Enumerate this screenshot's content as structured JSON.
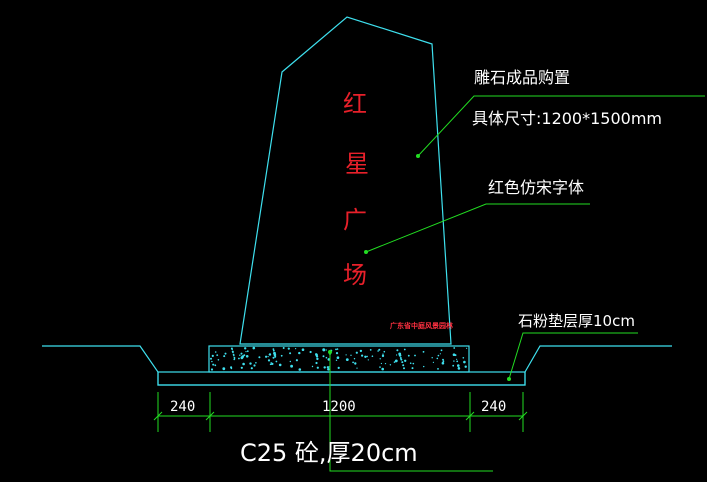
{
  "drawing": {
    "stone_label": "雕石成品购置",
    "stone_size": "具体尺寸:1200*1500mm",
    "font_note": "红色仿宋字体",
    "bedding_note": "石粉垫层厚10cm",
    "concrete_note": "C25  砼,厚20cm",
    "stone_chars": [
      "红",
      "星",
      "广",
      "场"
    ],
    "small_stamp": "广东省中庭风景园林",
    "dimensions": [
      "240",
      "1200",
      "240"
    ]
  },
  "colors": {
    "background": "#000000",
    "outline": "#3ee0ee",
    "leader": "#22dd22",
    "text": "#ffffff",
    "red_text": "#e8202a"
  }
}
